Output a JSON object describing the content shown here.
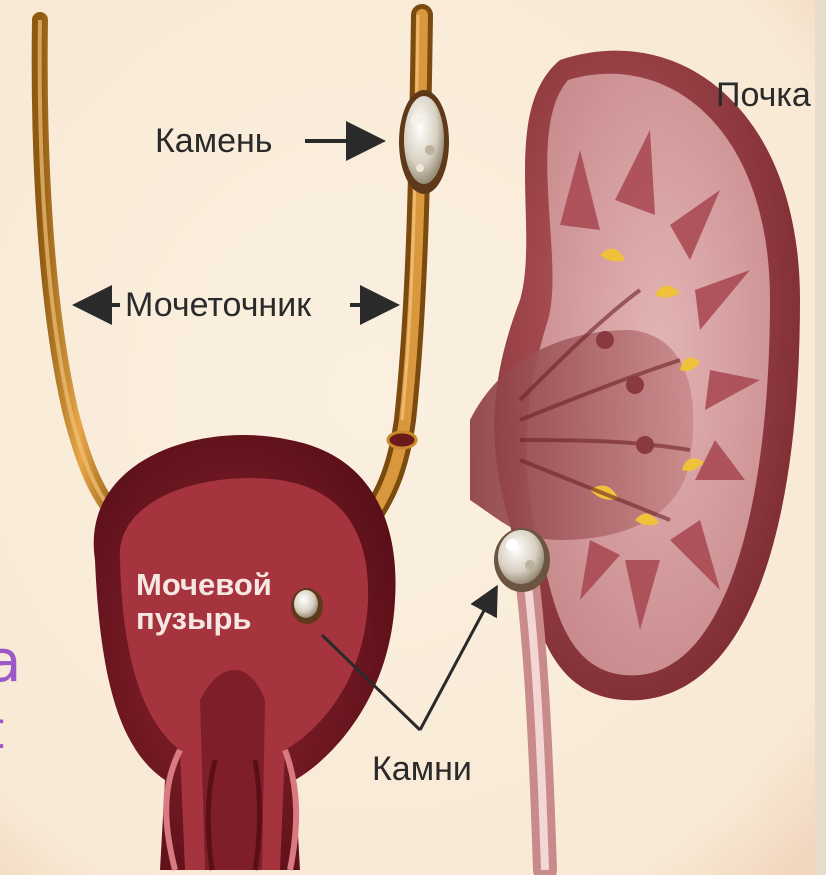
{
  "labels": {
    "stone": "Камень",
    "ureter": "Мочеточник",
    "kidney": "Почка",
    "bladder": "Мочевой пузырь",
    "stones": "Камни"
  },
  "edge_glyphs": [
    "a",
    "t"
  ],
  "colors": {
    "background": "#fbeedd",
    "tissue_dark": "#7a1822",
    "tissue_mid": "#9c2f3a",
    "kidney_cortex": "#d7a2a3",
    "ureter": "#c98a2c",
    "stone": "#e3ddd2",
    "fat": "#f0c13a",
    "accent_side": "#9a58c8"
  }
}
